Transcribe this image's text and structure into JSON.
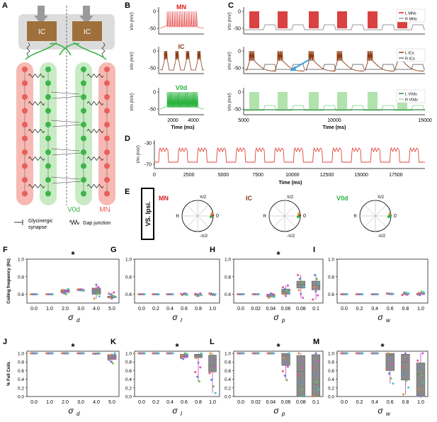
{
  "panels": {
    "A": {
      "letter": "A",
      "ic_label": "IC",
      "v0d_label": "V0d",
      "mn_label": "MN",
      "legend": {
        "glycinergic_line1": "Glycinergic",
        "glycinergic_line2": "synapse",
        "gap": "Gap junction"
      },
      "colors": {
        "mn": "#e8605a",
        "mn_light": "#f7b9b3",
        "v0d": "#3cb54a",
        "v0d_light": "#c8ebc4",
        "ic": "#a0703c"
      }
    },
    "B": {
      "letter": "B",
      "ylabel": "Vm (mV)",
      "xlabel": "Time (ms)",
      "xticks": [
        "2000",
        "4000"
      ],
      "rows": [
        {
          "title": "MN",
          "color": "#e02020",
          "yticks": [
            "0",
            "-50"
          ]
        },
        {
          "title": "IC",
          "color": "#8b3a12",
          "yticks": [
            "0",
            "-50"
          ]
        },
        {
          "title": "V0d",
          "color": "#2db340",
          "yticks": [
            "0",
            "-50"
          ]
        }
      ]
    },
    "C": {
      "letter": "C",
      "ylabel": "Vm (mV)",
      "xlabel": "Time (ms)",
      "xticks": [
        "5000",
        "10000",
        "15000"
      ],
      "rows": [
        {
          "yticks": [
            "0",
            "-50"
          ],
          "legend": [
            "L MNs",
            "R MNs"
          ],
          "colors": [
            "#d42020",
            "#999999"
          ]
        },
        {
          "yticks": [
            "0",
            "-50"
          ],
          "legend": [
            "L ICs",
            "R ICs"
          ],
          "colors": [
            "#8b3a12",
            "#777777"
          ]
        },
        {
          "yticks": [
            "0",
            "-50"
          ],
          "legend": [
            "L V0ds",
            "R V0ds"
          ],
          "colors": [
            "#2e8b3e",
            "#9ddc9a"
          ]
        }
      ]
    },
    "D": {
      "letter": "D",
      "ylabel": "Vm (mV)",
      "xlabel": "Time (ms)",
      "yticks": [
        "-30",
        "-70"
      ],
      "xticks": [
        "0",
        "2500",
        "5000",
        "7500",
        "10000",
        "12500",
        "15000",
        "17500"
      ]
    },
    "E": {
      "letter": "E",
      "box_label": "VS. Ipsi.",
      "polar_labels": {
        "top": "π/2",
        "left": "π",
        "right": "0",
        "bottom": "-π/2"
      },
      "polars": [
        {
          "title": "MN",
          "color": "#d42020"
        },
        {
          "title": "IC",
          "color": "#8b3a12"
        },
        {
          "title": "V0d",
          "color": "#2db340"
        }
      ]
    }
  },
  "chart_data": [
    {
      "panel": "F",
      "type": "box",
      "star": "*",
      "ylabel": "Coiling frequency (Hz)",
      "xlabel_symbol": "σ",
      "xlabel_sub": "d",
      "categories": [
        "0.0",
        "1.0",
        "2.0",
        "3.0",
        "4.0",
        "5.0"
      ],
      "yticks": [
        "0.6",
        "0.8",
        "1.0"
      ],
      "ylim": [
        0.5,
        1.0
      ],
      "boxes": [
        {
          "median": 0.6,
          "q1": 0.6,
          "q3": 0.6,
          "min": 0.6,
          "max": 0.6
        },
        {
          "median": 0.6,
          "q1": 0.6,
          "q3": 0.6,
          "min": 0.6,
          "max": 0.6
        },
        {
          "median": 0.64,
          "q1": 0.62,
          "q3": 0.65,
          "min": 0.6,
          "max": 0.66
        },
        {
          "median": 0.65,
          "q1": 0.65,
          "q3": 0.65,
          "min": 0.64,
          "max": 0.66
        },
        {
          "median": 0.64,
          "q1": 0.6,
          "q3": 0.67,
          "min": 0.55,
          "max": 0.71
        },
        {
          "median": 0.57,
          "q1": 0.56,
          "q3": 0.58,
          "min": 0.55,
          "max": 0.62
        }
      ]
    },
    {
      "panel": "G",
      "type": "box",
      "star": "",
      "ylabel": "",
      "xlabel_symbol": "σ",
      "xlabel_sub": "l",
      "categories": [
        "0.0",
        "0.2",
        "0.4",
        "0.6",
        "0.8",
        "1.0"
      ],
      "yticks": [
        "0.6",
        "0.8",
        "1.0"
      ],
      "ylim": [
        0.5,
        1.0
      ],
      "boxes": [
        {
          "median": 0.6,
          "q1": 0.6,
          "q3": 0.6,
          "min": 0.6,
          "max": 0.6
        },
        {
          "median": 0.6,
          "q1": 0.6,
          "q3": 0.6,
          "min": 0.6,
          "max": 0.6
        },
        {
          "median": 0.6,
          "q1": 0.6,
          "q3": 0.6,
          "min": 0.6,
          "max": 0.6
        },
        {
          "median": 0.6,
          "q1": 0.6,
          "q3": 0.6,
          "min": 0.59,
          "max": 0.61
        },
        {
          "median": 0.6,
          "q1": 0.59,
          "q3": 0.6,
          "min": 0.58,
          "max": 0.61
        },
        {
          "median": 0.6,
          "q1": 0.6,
          "q3": 0.6,
          "min": 0.59,
          "max": 0.61
        }
      ]
    },
    {
      "panel": "H",
      "type": "box",
      "star": "*",
      "ylabel": "",
      "xlabel_symbol": "σ",
      "xlabel_sub": "p",
      "categories": [
        "0.0",
        "0.02",
        "0.04",
        "0.06",
        "0.08",
        "0.1"
      ],
      "yticks": [
        "0.6",
        "0.8",
        "1.0"
      ],
      "ylim": [
        0.5,
        1.0
      ],
      "boxes": [
        {
          "median": 0.6,
          "q1": 0.6,
          "q3": 0.6,
          "min": 0.6,
          "max": 0.6
        },
        {
          "median": 0.6,
          "q1": 0.6,
          "q3": 0.6,
          "min": 0.6,
          "max": 0.6
        },
        {
          "median": 0.58,
          "q1": 0.57,
          "q3": 0.6,
          "min": 0.56,
          "max": 0.61
        },
        {
          "median": 0.63,
          "q1": 0.6,
          "q3": 0.66,
          "min": 0.58,
          "max": 0.7
        },
        {
          "median": 0.71,
          "q1": 0.67,
          "q3": 0.75,
          "min": 0.56,
          "max": 0.82
        },
        {
          "median": 0.7,
          "q1": 0.65,
          "q3": 0.75,
          "min": 0.54,
          "max": 0.82
        }
      ]
    },
    {
      "panel": "I",
      "type": "box",
      "star": "",
      "ylabel": "",
      "xlabel_symbol": "σ",
      "xlabel_sub": "w",
      "categories": [
        "0.0",
        "0.2",
        "0.4",
        "0.6",
        "0.8",
        "1.0"
      ],
      "yticks": [
        "0.6",
        "0.8",
        "1.0"
      ],
      "ylim": [
        0.5,
        1.0
      ],
      "boxes": [
        {
          "median": 0.6,
          "q1": 0.6,
          "q3": 0.6,
          "min": 0.6,
          "max": 0.6
        },
        {
          "median": 0.6,
          "q1": 0.6,
          "q3": 0.6,
          "min": 0.6,
          "max": 0.6
        },
        {
          "median": 0.6,
          "q1": 0.6,
          "q3": 0.6,
          "min": 0.6,
          "max": 0.6
        },
        {
          "median": 0.6,
          "q1": 0.6,
          "q3": 0.6,
          "min": 0.6,
          "max": 0.61
        },
        {
          "median": 0.6,
          "q1": 0.6,
          "q3": 0.6,
          "min": 0.59,
          "max": 0.62
        },
        {
          "median": 0.6,
          "q1": 0.6,
          "q3": 0.61,
          "min": 0.59,
          "max": 0.63
        }
      ]
    },
    {
      "panel": "J",
      "type": "box",
      "star": "*",
      "ylabel": "% Full Coils",
      "xlabel_symbol": "σ",
      "xlabel_sub": "d",
      "categories": [
        "0.0",
        "1.0",
        "2.0",
        "3.0",
        "4.0",
        "5.0"
      ],
      "yticks": [
        "0.0",
        "0.2",
        "0.4",
        "0.6",
        "0.8",
        "1.0"
      ],
      "ylim": [
        0.0,
        1.05
      ],
      "boxes": [
        {
          "median": 1.0,
          "q1": 1.0,
          "q3": 1.0,
          "min": 1.0,
          "max": 1.0
        },
        {
          "median": 1.0,
          "q1": 1.0,
          "q3": 1.0,
          "min": 1.0,
          "max": 1.0
        },
        {
          "median": 1.0,
          "q1": 1.0,
          "q3": 1.0,
          "min": 1.0,
          "max": 1.0
        },
        {
          "median": 1.0,
          "q1": 1.0,
          "q3": 1.0,
          "min": 1.0,
          "max": 1.0
        },
        {
          "median": 1.0,
          "q1": 1.0,
          "q3": 1.0,
          "min": 0.99,
          "max": 1.0
        },
        {
          "median": 0.92,
          "q1": 0.86,
          "q3": 0.97,
          "min": 0.77,
          "max": 1.0
        }
      ]
    },
    {
      "panel": "K",
      "type": "box",
      "star": "*",
      "ylabel": "",
      "xlabel_symbol": "σ",
      "xlabel_sub": "l",
      "categories": [
        "0.0",
        "0.2",
        "0.4",
        "0.6",
        "0.8",
        "1.0"
      ],
      "yticks": [
        "0.0",
        "0.2",
        "0.4",
        "0.6",
        "0.8",
        "1.0"
      ],
      "ylim": [
        0.0,
        1.05
      ],
      "boxes": [
        {
          "median": 1.0,
          "q1": 1.0,
          "q3": 1.0,
          "min": 1.0,
          "max": 1.0
        },
        {
          "median": 1.0,
          "q1": 1.0,
          "q3": 1.0,
          "min": 1.0,
          "max": 1.0
        },
        {
          "median": 1.0,
          "q1": 1.0,
          "q3": 1.0,
          "min": 1.0,
          "max": 1.0
        },
        {
          "median": 0.95,
          "q1": 0.91,
          "q3": 0.98,
          "min": 0.87,
          "max": 1.0
        },
        {
          "median": 0.95,
          "q1": 0.9,
          "q3": 0.98,
          "min": 0.35,
          "max": 1.0
        },
        {
          "median": 0.72,
          "q1": 0.57,
          "q3": 0.96,
          "min": 0.08,
          "max": 1.0
        }
      ]
    },
    {
      "panel": "L",
      "type": "box",
      "star": "*",
      "ylabel": "",
      "xlabel_symbol": "σ",
      "xlabel_sub": "p",
      "categories": [
        "0.0",
        "0.02",
        "0.04",
        "0.06",
        "0.08",
        "0.1"
      ],
      "yticks": [
        "0.0",
        "0.2",
        "0.4",
        "0.6",
        "0.8",
        "1.0"
      ],
      "ylim": [
        0.0,
        1.05
      ],
      "boxes": [
        {
          "median": 1.0,
          "q1": 1.0,
          "q3": 1.0,
          "min": 1.0,
          "max": 1.0
        },
        {
          "median": 1.0,
          "q1": 1.0,
          "q3": 1.0,
          "min": 1.0,
          "max": 1.0
        },
        {
          "median": 1.0,
          "q1": 1.0,
          "q3": 1.0,
          "min": 1.0,
          "max": 1.0
        },
        {
          "median": 0.95,
          "q1": 0.72,
          "q3": 1.0,
          "min": 0.38,
          "max": 1.0
        },
        {
          "median": 0.58,
          "q1": 0.0,
          "q3": 0.95,
          "min": 0.0,
          "max": 1.0
        },
        {
          "median": 0.28,
          "q1": 0.0,
          "q3": 0.97,
          "min": 0.0,
          "max": 1.0
        }
      ]
    },
    {
      "panel": "M",
      "type": "box",
      "star": "*",
      "ylabel": "",
      "xlabel_symbol": "σ",
      "xlabel_sub": "w",
      "categories": [
        "0.0",
        "0.2",
        "0.4",
        "0.6",
        "0.8",
        "1.0"
      ],
      "yticks": [
        "0.0",
        "0.2",
        "0.4",
        "0.6",
        "0.8",
        "1.0"
      ],
      "ylim": [
        0.0,
        1.05
      ],
      "boxes": [
        {
          "median": 1.0,
          "q1": 1.0,
          "q3": 1.0,
          "min": 1.0,
          "max": 1.0
        },
        {
          "median": 1.0,
          "q1": 1.0,
          "q3": 1.0,
          "min": 1.0,
          "max": 1.0
        },
        {
          "median": 1.0,
          "q1": 1.0,
          "q3": 1.0,
          "min": 1.0,
          "max": 1.0
        },
        {
          "median": 0.96,
          "q1": 0.6,
          "q3": 1.0,
          "min": 0.3,
          "max": 1.0
        },
        {
          "median": 0.8,
          "q1": 0.38,
          "q3": 0.98,
          "min": 0.05,
          "max": 1.0
        },
        {
          "median": 0.52,
          "q1": 0.02,
          "q3": 0.78,
          "min": 0.0,
          "max": 1.0
        }
      ]
    }
  ]
}
